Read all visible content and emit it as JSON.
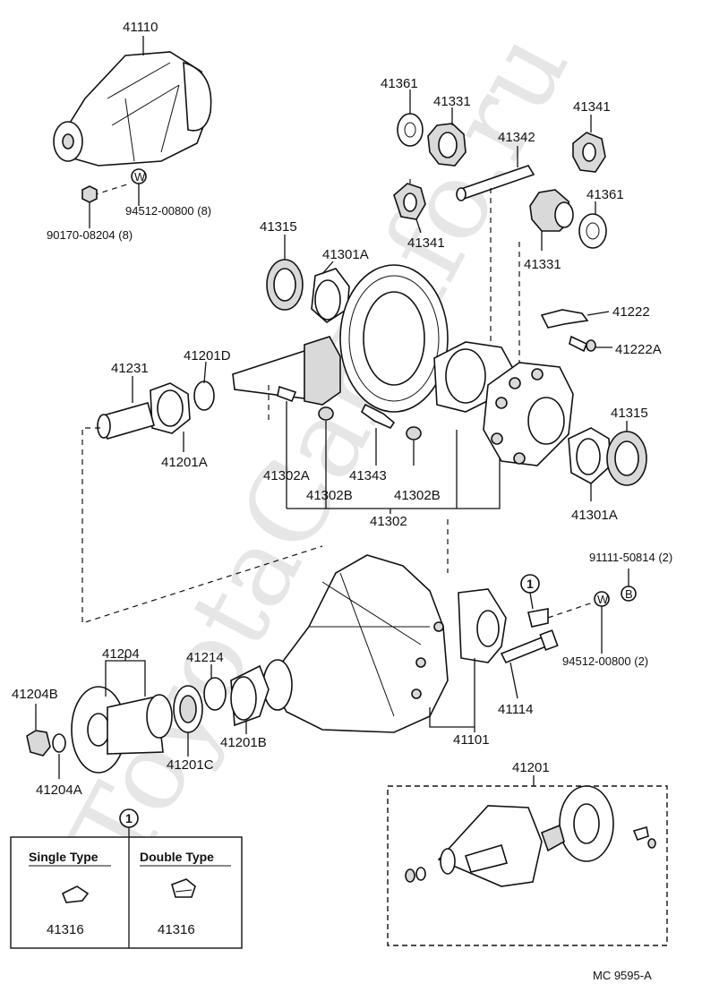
{
  "watermark": "ToyotaCarInfo.ru",
  "labels": {
    "p41110": "41110",
    "p94512a": "94512-00800 (8)",
    "p90170": "90170-08204 (8)",
    "p41361a": "41361",
    "p41331a": "41331",
    "p41342": "41342",
    "p41341a": "41341",
    "p41341b": "41341",
    "p41361b": "41361",
    "p41331b": "41331",
    "p41315a": "41315",
    "p41301Aa": "41301A",
    "p41222": "41222",
    "p41222A": "41222A",
    "p41231": "41231",
    "p41201D": "41201D",
    "p41201A": "41201A",
    "p41315b": "41315",
    "p41302A": "41302A",
    "p41343": "41343",
    "p41302Ba": "41302B",
    "p41302Bb": "41302B",
    "p41302": "41302",
    "p41301Ab": "41301A",
    "p91111": "91111-50814 (2)",
    "p94512b": "94512-00800 (2)",
    "p41204": "41204",
    "p41214": "41214",
    "p41204B": "41204B",
    "p41201B": "41201B",
    "p41201C": "41201C",
    "p41204A": "41204A",
    "p41114": "41114",
    "p41101": "41101",
    "p41201": "41201",
    "callout1a": "1",
    "callout1b": "1",
    "washerW1": "W",
    "washerW2": "W",
    "washerB": "B"
  },
  "legend": {
    "single_type": "Single Type",
    "double_type": "Double Type",
    "single_part": "41316",
    "double_part": "41316"
  },
  "footer": "MC  9595-A"
}
